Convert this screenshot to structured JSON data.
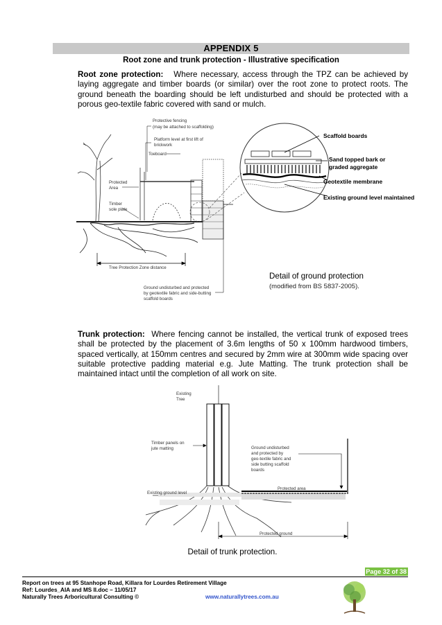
{
  "header": {
    "appendix": "APPENDIX 5",
    "subtitle": "Root zone and trunk protection - Illustrative specification"
  },
  "root_zone": {
    "heading": "Root zone protection:",
    "body": "Where necessary, access through the TPZ can be achieved by laying aggregate and timber boards (or similar) over the root zone to protect roots. The ground beneath the boarding should be left undisturbed and should be protected with a porous geo-textile fabric covered with sand or mulch."
  },
  "figure1": {
    "protective_fencing": "Protective fencing",
    "fencing_note": "(may be attached to scaffolding)",
    "platform_1": "Platform level at first lift of",
    "platform_2": "brickwork",
    "toeboard": "Toeboard",
    "protected_1": "Protected",
    "protected_2": "Area",
    "timber_1": "Timber",
    "timber_2": "sole plate",
    "tpz_distance": "Tree Protection Zone distance",
    "ground_1": "Ground undisturbed and protected",
    "ground_2": "by geotextile fabric and side-butting",
    "ground_3": "scaffold boards",
    "scaffold_boards": "Scaffold boards",
    "sand_1": "Sand topped bark or",
    "sand_2": "graded aggregate",
    "geotextile": "Geotextile membrane",
    "existing_ground": "Existing ground level maintained",
    "caption": "Detail of ground protection",
    "caption_note": "(modified from BS 5837-2005)."
  },
  "trunk": {
    "heading": "Trunk protection:",
    "body": "Where fencing cannot be installed, the vertical trunk of exposed trees shall be protected by the placement of 3.6m lengths of 50 x 100mm hardwood timbers, spaced vertically, at 150mm centres and secured by 2mm wire at 300mm wide spacing over suitable protective padding material e.g. Jute Matting. The trunk protection shall be maintained intact until the completion of all work on site."
  },
  "figure2": {
    "existing_tree_1": "Existing",
    "existing_tree_2": "Tree",
    "timber_panels_1": "Timber panels on",
    "timber_panels_2": "jute matting",
    "ground_1": "Ground undisturbed",
    "ground_2": "and protected by",
    "ground_3": "geo-textile fabric and",
    "ground_4": "side butting scaffold",
    "ground_5": "boards",
    "protected_area": "Protected area",
    "existing_ground_level": "Existing ground level",
    "protected_ground": "Protected ground",
    "caption": "Detail of trunk protection."
  },
  "footer": {
    "page": "Page 32 of 38",
    "line1": "Report on trees at 95 Stanhope Road, Killara for Lourdes Retirement Village",
    "line2": "Ref:  Lourdes_AIA and MS II.doc  – 11/05/17",
    "line3": "Naturally Trees Arboricultural Consulting ©",
    "website": "www.naturallytrees.com.au"
  },
  "colors": {
    "appendix_bar": "#c8c8c8",
    "page_badge": "#7ac143",
    "link": "#3355cc"
  }
}
